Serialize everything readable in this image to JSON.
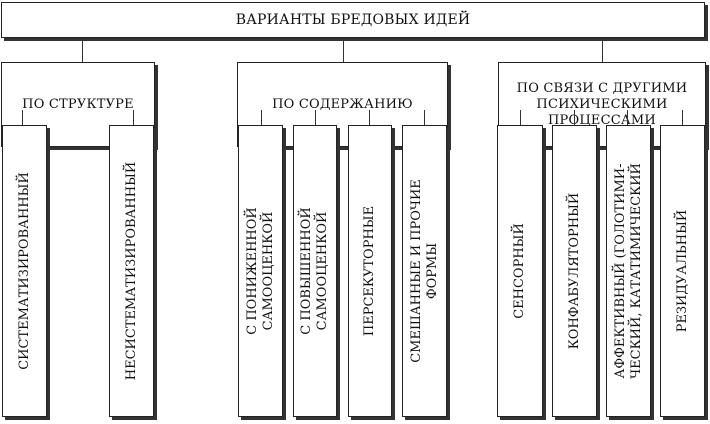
{
  "root": "ВАРИАНТЫ БРЕДОВЫХ ИДЕЙ",
  "groups": [
    {
      "title": "ПО СТРУКТУРЕ",
      "items": [
        "СИСТЕМАТИЗИРОВАННЫЙ",
        "НЕСИСТЕМАТИЗИРОВАННЫЙ"
      ]
    },
    {
      "title": "ПО СОДЕРЖАНИЮ",
      "items": [
        "С ПОНИЖЕННОЙ\nСАМООЦЕНКОЙ",
        "С ПОВЫШЕННОЙ\nСАМООЦЕНКОЙ",
        "ПЕРСЕКУТОРНЫЕ",
        "СМЕШАННЫЕ И ПРОЧИЕ\nФОРМЫ"
      ]
    },
    {
      "title": "ПО СВЯЗИ С ДРУГИМИ\nПСИХИЧЕСКИМИ\nПРОЦЕССАМИ",
      "items": [
        "СЕНСОРНЫЙ",
        "КОНФАБУЛЯТОРНЫЙ",
        "АФФЕКТИВНЫЙ (ГОЛОТИМИ-\nЧЕСКИЙ, КАТАТИМИЧЕСКИЙ",
        "РЕЗИДУАЛЬНЫЙ"
      ]
    }
  ]
}
